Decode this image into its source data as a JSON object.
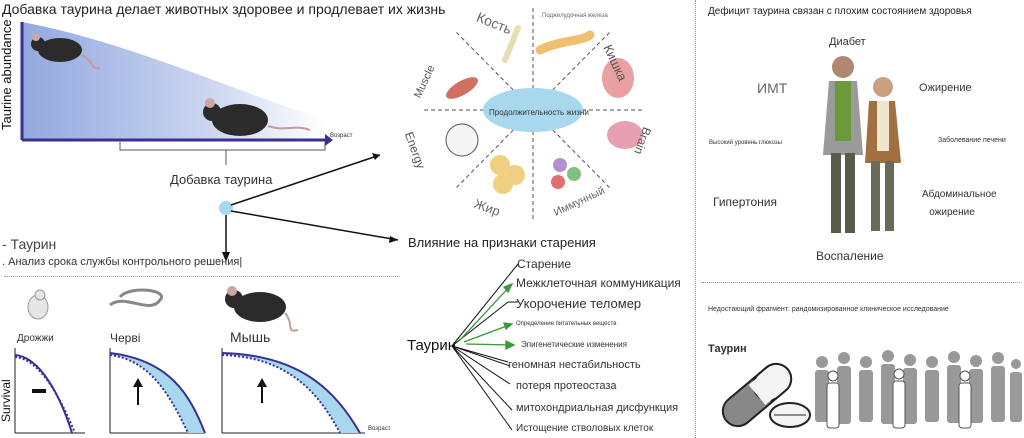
{
  "top_left": {
    "title": "Добавка таурина делает животных здоровее и продлевает их жизнь",
    "y_axis": "Taurine abundance",
    "x_axis": "Возраст",
    "supplement": "Добавка таурина"
  },
  "lifespan": {
    "title": "- Таурин",
    "subtitle": ". Анализ срока службы контрольного решения|",
    "y_axis": "Survival",
    "x_axis": "Возраст",
    "organisms": [
      "Дрожжи",
      "Черві",
      "Мышь"
    ]
  },
  "wheel": {
    "center": "Продолжительность жизни",
    "segments": {
      "bone": "Кость",
      "pancreas": "Поджелудочная железа",
      "gut": "Кишка",
      "brain": "Brain",
      "immune": "Иммунный",
      "fat": "Жир",
      "energy": "Energy",
      "muscle": "Muscle"
    }
  },
  "aging": {
    "title": "Влияние на признаки старения",
    "root": "Таурин",
    "hallmarks": [
      "Старение",
      "Межклеточная коммуникация",
      "Укорочение теломер",
      "Определение питательных веществ",
      "Эпигенетические изменения",
      "геномная нестабильность",
      "потеря протеостаза",
      "митохондриальная дисфункция",
      "Истощение стволовых клеток"
    ]
  },
  "deficiency": {
    "title": "Дефицит таурина связан с плохим состоянием здоровья",
    "labels": {
      "diabetes": "Диабет",
      "bmi": "ИМТ",
      "obesity": "Ожирение",
      "glucose": "Высокий уровень глюкозы",
      "liver": "Заболевание печени",
      "hypertension": "Гипертония",
      "abdominal": "Абдоминальное ожирение",
      "inflammation": "Воспаление"
    }
  },
  "trial": {
    "title": "Недостающий фрагмент: рандомизированное клиническое исследование",
    "drug": "Таурин"
  },
  "colors": {
    "accent": "#3b2f8f",
    "blue_fill": "#9fb3e3",
    "light_blue": "#a8d8ee",
    "green_arrow": "#3a9a3a"
  }
}
